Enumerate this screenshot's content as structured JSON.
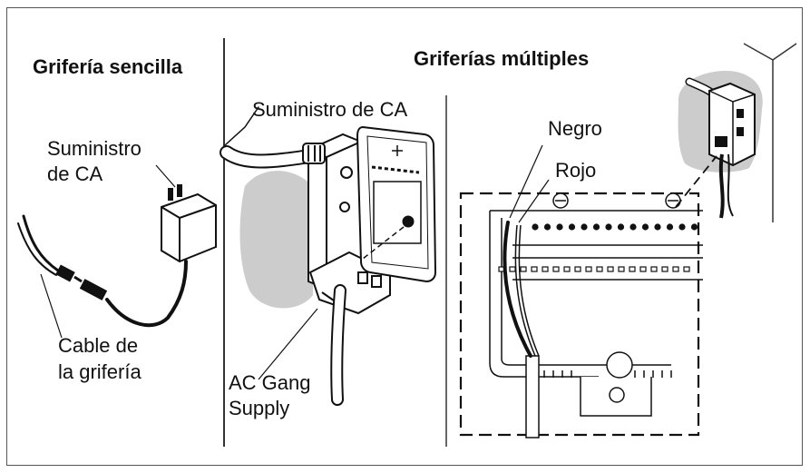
{
  "panels": {
    "single": {
      "title": "Grifería sencilla",
      "labels": {
        "supply_line1": "Suministro",
        "supply_line2": "de CA",
        "cable_line1": "Cable de",
        "cable_line2": "la grifería"
      }
    },
    "multiple": {
      "title": "Griferías múltiples",
      "labels": {
        "supply": "Suministro de CA",
        "gang_line1": "AC Gang",
        "gang_line2": "Supply",
        "black": "Negro",
        "red": "Rojo"
      }
    }
  },
  "icons": [
    "plug-in-transformer-icon",
    "gang-box-icon",
    "valve-board-icon",
    "wall-outlet-icon"
  ],
  "colors": {
    "line": "#111111",
    "shadow": "#cccccc",
    "frame": "#555555"
  }
}
